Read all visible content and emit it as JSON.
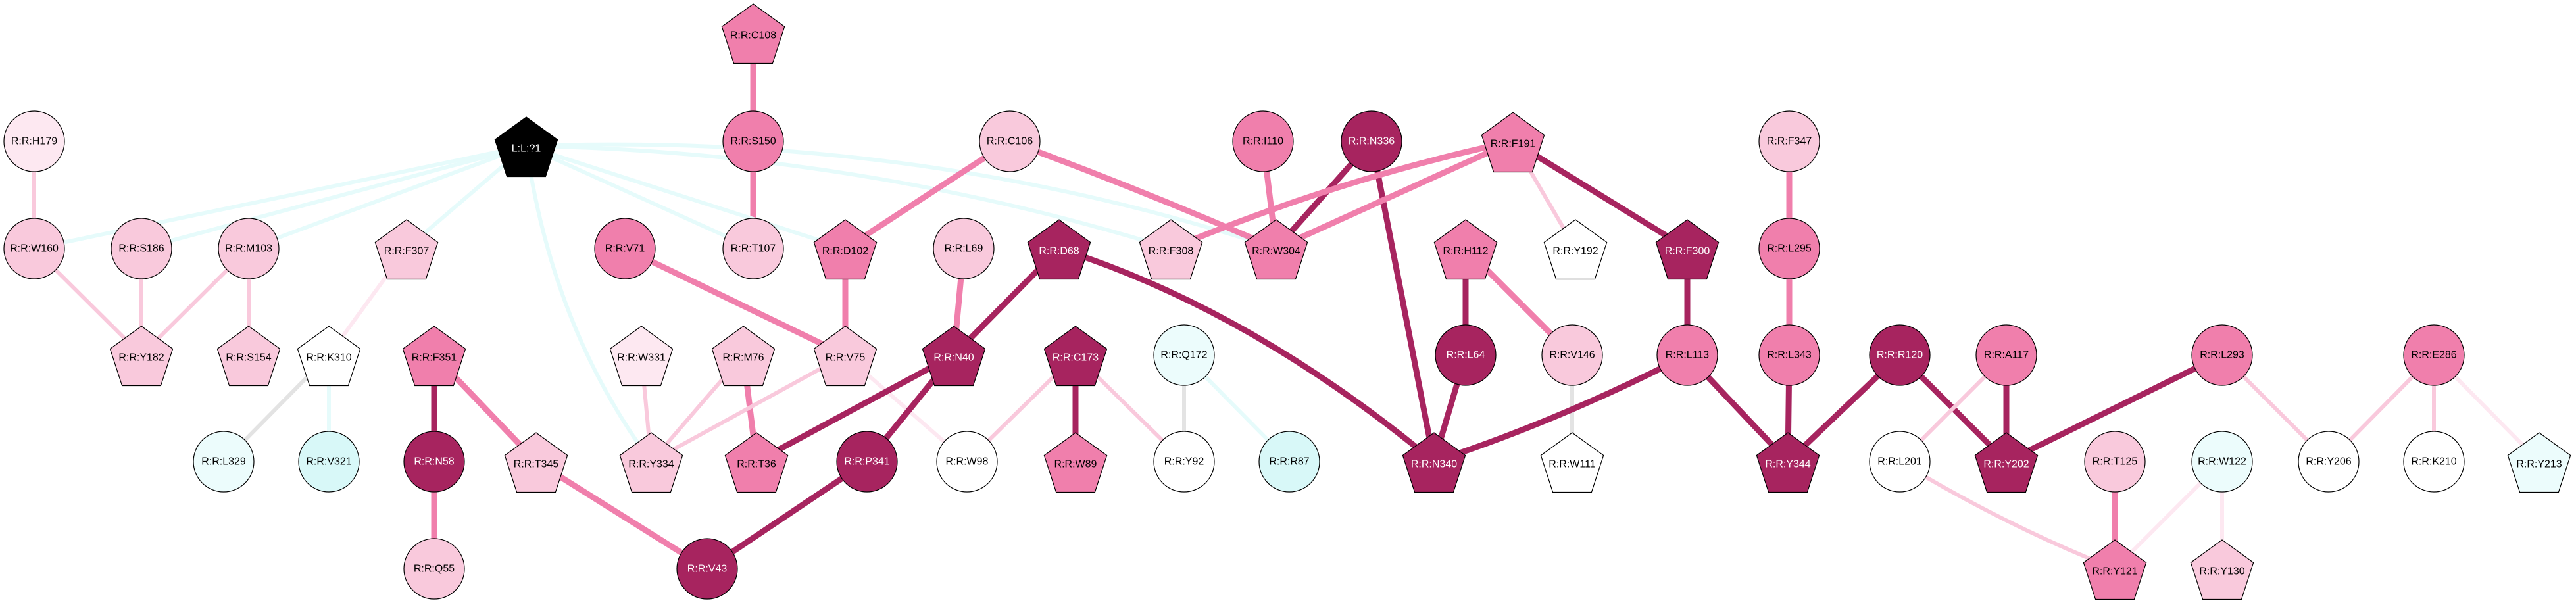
{
  "palette": {
    "white": "#ffffff",
    "black": "#000000",
    "light_pink": "#f9c9dc",
    "pink": "#f07fac",
    "magenta": "#a7245f",
    "pale_pink": "#fde8f1",
    "cyan": "#d8f8f8",
    "pale_cyan": "#ecfcfc",
    "edge_cyan": "#e6fbfb",
    "edge_gray": "#e3e3e3"
  },
  "nodes": [
    {
      "id": "C108",
      "label": "R:R:C108",
      "shape": "pentagon",
      "fill": "pink"
    },
    {
      "id": "S150",
      "label": "R:R:S150",
      "shape": "circle",
      "fill": "pink"
    },
    {
      "id": "T107",
      "label": "R:R:T107",
      "shape": "circle",
      "fill": "light_pink"
    },
    {
      "id": "L71",
      "label": "L:L:?1",
      "shape": "pentagon",
      "fill": "black"
    },
    {
      "id": "H179",
      "label": "R:R:H179",
      "shape": "circle",
      "fill": "pale_pink"
    },
    {
      "id": "W160",
      "label": "R:R:W160",
      "shape": "circle",
      "fill": "light_pink"
    },
    {
      "id": "S186",
      "label": "R:R:S186",
      "shape": "circle",
      "fill": "light_pink"
    },
    {
      "id": "M103",
      "label": "R:R:M103",
      "shape": "circle",
      "fill": "light_pink"
    },
    {
      "id": "F307",
      "label": "R:R:F307",
      "shape": "pentagon",
      "fill": "light_pink"
    },
    {
      "id": "Y182",
      "label": "R:R:Y182",
      "shape": "pentagon",
      "fill": "light_pink"
    },
    {
      "id": "S154",
      "label": "R:R:S154",
      "shape": "pentagon",
      "fill": "light_pink"
    },
    {
      "id": "K310",
      "label": "R:R:K310",
      "shape": "pentagon",
      "fill": "white"
    },
    {
      "id": "L329",
      "label": "R:R:L329",
      "shape": "circle",
      "fill": "pale_cyan"
    },
    {
      "id": "V321",
      "label": "R:R:V321",
      "shape": "circle",
      "fill": "cyan"
    },
    {
      "id": "F351",
      "label": "R:R:F351",
      "shape": "pentagon",
      "fill": "pink"
    },
    {
      "id": "N58",
      "label": "R:R:N58",
      "shape": "circle",
      "fill": "magenta"
    },
    {
      "id": "Q55",
      "label": "R:R:Q55",
      "shape": "circle",
      "fill": "light_pink"
    },
    {
      "id": "T345",
      "label": "R:R:T345",
      "shape": "pentagon",
      "fill": "light_pink"
    },
    {
      "id": "V71",
      "label": "R:R:V71",
      "shape": "circle",
      "fill": "pink"
    },
    {
      "id": "W331",
      "label": "R:R:W331",
      "shape": "pentagon",
      "fill": "pale_pink"
    },
    {
      "id": "M76",
      "label": "R:R:M76",
      "shape": "pentagon",
      "fill": "light_pink"
    },
    {
      "id": "Y334",
      "label": "R:R:Y334",
      "shape": "pentagon",
      "fill": "light_pink"
    },
    {
      "id": "T36",
      "label": "R:R:T36",
      "shape": "pentagon",
      "fill": "pink"
    },
    {
      "id": "C106",
      "label": "R:R:C106",
      "shape": "circle",
      "fill": "light_pink"
    },
    {
      "id": "D102",
      "label": "R:R:D102",
      "shape": "pentagon",
      "fill": "pink"
    },
    {
      "id": "V75",
      "label": "R:R:V75",
      "shape": "pentagon",
      "fill": "light_pink"
    },
    {
      "id": "L69",
      "label": "R:R:L69",
      "shape": "circle",
      "fill": "light_pink"
    },
    {
      "id": "D68",
      "label": "R:R:D68",
      "shape": "pentagon",
      "fill": "magenta"
    },
    {
      "id": "N40",
      "label": "R:R:N40",
      "shape": "pentagon",
      "fill": "magenta"
    },
    {
      "id": "P341",
      "label": "R:R:P341",
      "shape": "circle",
      "fill": "magenta"
    },
    {
      "id": "V43",
      "label": "R:R:V43",
      "shape": "circle",
      "fill": "magenta"
    },
    {
      "id": "W98",
      "label": "R:R:W98",
      "shape": "circle",
      "fill": "white"
    },
    {
      "id": "C173",
      "label": "R:R:C173",
      "shape": "pentagon",
      "fill": "magenta"
    },
    {
      "id": "W89",
      "label": "R:R:W89",
      "shape": "pentagon",
      "fill": "pink"
    },
    {
      "id": "Q172",
      "label": "R:R:Q172",
      "shape": "circle",
      "fill": "pale_cyan"
    },
    {
      "id": "Y92",
      "label": "R:R:Y92",
      "shape": "circle",
      "fill": "white"
    },
    {
      "id": "R87",
      "label": "R:R:R87",
      "shape": "circle",
      "fill": "cyan"
    },
    {
      "id": "F308",
      "label": "R:R:F308",
      "shape": "pentagon",
      "fill": "light_pink"
    },
    {
      "id": "I110",
      "label": "R:R:I110",
      "shape": "circle",
      "fill": "pink"
    },
    {
      "id": "W304",
      "label": "R:R:W304",
      "shape": "pentagon",
      "fill": "pink"
    },
    {
      "id": "N336",
      "label": "R:R:N336",
      "shape": "circle",
      "fill": "magenta"
    },
    {
      "id": "F191",
      "label": "R:R:F191",
      "shape": "pentagon",
      "fill": "pink"
    },
    {
      "id": "H112",
      "label": "R:R:H112",
      "shape": "pentagon",
      "fill": "pink"
    },
    {
      "id": "L64",
      "label": "R:R:L64",
      "shape": "circle",
      "fill": "magenta"
    },
    {
      "id": "N340",
      "label": "R:R:N340",
      "shape": "pentagon",
      "fill": "magenta"
    },
    {
      "id": "V146",
      "label": "R:R:V146",
      "shape": "circle",
      "fill": "light_pink"
    },
    {
      "id": "W111",
      "label": "R:R:W111",
      "shape": "pentagon",
      "fill": "white"
    },
    {
      "id": "Y192",
      "label": "R:R:Y192",
      "shape": "pentagon",
      "fill": "white"
    },
    {
      "id": "F300",
      "label": "R:R:F300",
      "shape": "pentagon",
      "fill": "magenta"
    },
    {
      "id": "L113",
      "label": "R:R:L113",
      "shape": "circle",
      "fill": "pink"
    },
    {
      "id": "F347",
      "label": "R:R:F347",
      "shape": "circle",
      "fill": "light_pink"
    },
    {
      "id": "L295",
      "label": "R:R:L295",
      "shape": "circle",
      "fill": "pink"
    },
    {
      "id": "L343",
      "label": "R:R:L343",
      "shape": "circle",
      "fill": "pink"
    },
    {
      "id": "Y344",
      "label": "R:R:Y344",
      "shape": "pentagon",
      "fill": "magenta"
    },
    {
      "id": "R120",
      "label": "R:R:R120",
      "shape": "circle",
      "fill": "magenta"
    },
    {
      "id": "A117",
      "label": "R:R:A117",
      "shape": "circle",
      "fill": "pink"
    },
    {
      "id": "Y202",
      "label": "R:R:Y202",
      "shape": "pentagon",
      "fill": "magenta"
    },
    {
      "id": "L201",
      "label": "R:R:L201",
      "shape": "circle",
      "fill": "white"
    },
    {
      "id": "T125",
      "label": "R:R:T125",
      "shape": "circle",
      "fill": "light_pink"
    },
    {
      "id": "Y121",
      "label": "R:R:Y121",
      "shape": "pentagon",
      "fill": "pink"
    },
    {
      "id": "W122",
      "label": "R:R:W122",
      "shape": "circle",
      "fill": "pale_cyan"
    },
    {
      "id": "Y130",
      "label": "R:R:Y130",
      "shape": "pentagon",
      "fill": "light_pink"
    },
    {
      "id": "L293",
      "label": "R:R:L293",
      "shape": "circle",
      "fill": "pink"
    },
    {
      "id": "Y206",
      "label": "R:R:Y206",
      "shape": "circle",
      "fill": "white"
    },
    {
      "id": "E286",
      "label": "R:R:E286",
      "shape": "circle",
      "fill": "pink"
    },
    {
      "id": "K210",
      "label": "R:R:K210",
      "shape": "circle",
      "fill": "white"
    },
    {
      "id": "Y213",
      "label": "R:R:Y213",
      "shape": "pentagon",
      "fill": "pale_cyan"
    }
  ],
  "edges": [
    {
      "from": "C108",
      "to": "S150",
      "color": "pink",
      "weight": 3
    },
    {
      "from": "S150",
      "to": "T107",
      "color": "pink",
      "weight": 3
    },
    {
      "from": "L71",
      "to": "W160",
      "color": "edge_cyan",
      "weight": 2
    },
    {
      "from": "L71",
      "to": "S186",
      "color": "edge_cyan",
      "weight": 2
    },
    {
      "from": "L71",
      "to": "M103",
      "color": "edge_cyan",
      "weight": 2
    },
    {
      "from": "L71",
      "to": "F307",
      "color": "edge_cyan",
      "weight": 2
    },
    {
      "from": "L71",
      "to": "T107",
      "color": "edge_cyan",
      "weight": 2
    },
    {
      "from": "L71",
      "to": "D102",
      "color": "edge_cyan",
      "weight": 2
    },
    {
      "from": "L71",
      "to": "F308",
      "color": "edge_cyan",
      "weight": 2
    },
    {
      "from": "L71",
      "to": "W304",
      "color": "edge_cyan",
      "weight": 2
    },
    {
      "from": "L71",
      "to": "Y334",
      "color": "edge_cyan",
      "weight": 2
    },
    {
      "from": "H179",
      "to": "W160",
      "color": "light_pink",
      "weight": 2
    },
    {
      "from": "W160",
      "to": "Y182",
      "color": "light_pink",
      "weight": 2
    },
    {
      "from": "S186",
      "to": "Y182",
      "color": "light_pink",
      "weight": 2
    },
    {
      "from": "M103",
      "to": "Y182",
      "color": "light_pink",
      "weight": 2
    },
    {
      "from": "M103",
      "to": "S154",
      "color": "light_pink",
      "weight": 2
    },
    {
      "from": "F307",
      "to": "K310",
      "color": "pale_pink",
      "weight": 2
    },
    {
      "from": "K310",
      "to": "L329",
      "color": "edge_gray",
      "weight": 2
    },
    {
      "from": "K310",
      "to": "V321",
      "color": "edge_cyan",
      "weight": 2
    },
    {
      "from": "F351",
      "to": "N58",
      "color": "magenta",
      "weight": 3
    },
    {
      "from": "F351",
      "to": "T345",
      "color": "pink",
      "weight": 3
    },
    {
      "from": "N58",
      "to": "Q55",
      "color": "pink",
      "weight": 3
    },
    {
      "from": "T345",
      "to": "V43",
      "color": "pink",
      "weight": 3
    },
    {
      "from": "V71",
      "to": "V75",
      "color": "pink",
      "weight": 3
    },
    {
      "from": "W331",
      "to": "Y334",
      "color": "light_pink",
      "weight": 2
    },
    {
      "from": "M76",
      "to": "Y334",
      "color": "light_pink",
      "weight": 2
    },
    {
      "from": "M76",
      "to": "T36",
      "color": "pink",
      "weight": 3
    },
    {
      "from": "V75",
      "to": "Y334",
      "color": "light_pink",
      "weight": 2
    },
    {
      "from": "V75",
      "to": "W98",
      "color": "pale_pink",
      "weight": 2
    },
    {
      "from": "C106",
      "to": "D102",
      "color": "pink",
      "weight": 3
    },
    {
      "from": "C106",
      "to": "W304",
      "color": "pink",
      "weight": 3
    },
    {
      "from": "D102",
      "to": "V75",
      "color": "pink",
      "weight": 3
    },
    {
      "from": "L69",
      "to": "N40",
      "color": "pink",
      "weight": 3
    },
    {
      "from": "D68",
      "to": "N40",
      "color": "magenta",
      "weight": 3
    },
    {
      "from": "D68",
      "to": "N340",
      "color": "magenta",
      "weight": 3
    },
    {
      "from": "N40",
      "to": "T36",
      "color": "magenta",
      "weight": 3
    },
    {
      "from": "N40",
      "to": "P341",
      "color": "magenta",
      "weight": 3
    },
    {
      "from": "P341",
      "to": "V43",
      "color": "magenta",
      "weight": 3
    },
    {
      "from": "C173",
      "to": "W98",
      "color": "light_pink",
      "weight": 2
    },
    {
      "from": "C173",
      "to": "W89",
      "color": "magenta",
      "weight": 3
    },
    {
      "from": "C173",
      "to": "Y92",
      "color": "light_pink",
      "weight": 2
    },
    {
      "from": "Q172",
      "to": "Y92",
      "color": "edge_gray",
      "weight": 2
    },
    {
      "from": "Q172",
      "to": "R87",
      "color": "edge_cyan",
      "weight": 2
    },
    {
      "from": "I110",
      "to": "W304",
      "color": "pink",
      "weight": 3
    },
    {
      "from": "N336",
      "to": "W304",
      "color": "magenta",
      "weight": 3
    },
    {
      "from": "N336",
      "to": "N340",
      "color": "magenta",
      "weight": 3
    },
    {
      "from": "F191",
      "to": "F308",
      "color": "pink",
      "weight": 3
    },
    {
      "from": "F191",
      "to": "W304",
      "color": "pink",
      "weight": 3
    },
    {
      "from": "F191",
      "to": "Y192",
      "color": "light_pink",
      "weight": 2
    },
    {
      "from": "F191",
      "to": "F300",
      "color": "magenta",
      "weight": 3
    },
    {
      "from": "H112",
      "to": "L64",
      "color": "magenta",
      "weight": 3
    },
    {
      "from": "H112",
      "to": "V146",
      "color": "pink",
      "weight": 3
    },
    {
      "from": "L64",
      "to": "N340",
      "color": "magenta",
      "weight": 3
    },
    {
      "from": "V146",
      "to": "W111",
      "color": "edge_gray",
      "weight": 2
    },
    {
      "from": "F300",
      "to": "L113",
      "color": "magenta",
      "weight": 3
    },
    {
      "from": "L113",
      "to": "N340",
      "color": "magenta",
      "weight": 3
    },
    {
      "from": "L113",
      "to": "Y344",
      "color": "magenta",
      "weight": 3
    },
    {
      "from": "F347",
      "to": "L295",
      "color": "pink",
      "weight": 3
    },
    {
      "from": "L295",
      "to": "L343",
      "color": "pink",
      "weight": 3
    },
    {
      "from": "L343",
      "to": "Y344",
      "color": "magenta",
      "weight": 3
    },
    {
      "from": "R120",
      "to": "Y344",
      "color": "magenta",
      "weight": 3
    },
    {
      "from": "R120",
      "to": "Y202",
      "color": "magenta",
      "weight": 3
    },
    {
      "from": "A117",
      "to": "Y202",
      "color": "magenta",
      "weight": 3
    },
    {
      "from": "A117",
      "to": "L201",
      "color": "light_pink",
      "weight": 2
    },
    {
      "from": "L293",
      "to": "Y202",
      "color": "magenta",
      "weight": 3
    },
    {
      "from": "L293",
      "to": "Y206",
      "color": "light_pink",
      "weight": 2
    },
    {
      "from": "L201",
      "to": "Y121",
      "color": "light_pink",
      "weight": 2
    },
    {
      "from": "T125",
      "to": "Y121",
      "color": "pink",
      "weight": 3
    },
    {
      "from": "W122",
      "to": "Y121",
      "color": "pale_pink",
      "weight": 2
    },
    {
      "from": "W122",
      "to": "Y130",
      "color": "pale_pink",
      "weight": 2
    },
    {
      "from": "E286",
      "to": "Y206",
      "color": "light_pink",
      "weight": 2
    },
    {
      "from": "E286",
      "to": "K210",
      "color": "light_pink",
      "weight": 2
    },
    {
      "from": "E286",
      "to": "Y213",
      "color": "pale_pink",
      "weight": 2
    }
  ]
}
